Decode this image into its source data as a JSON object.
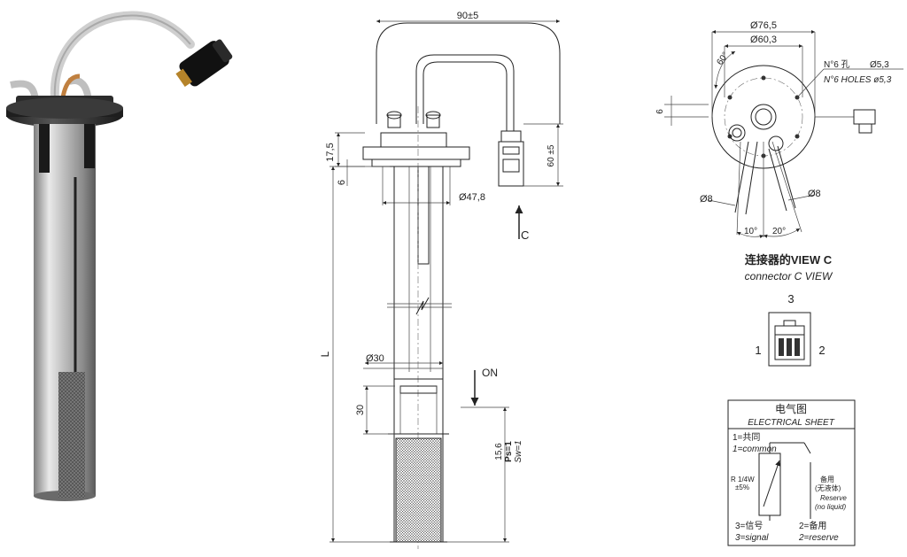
{
  "dims": {
    "top_width": "90±5",
    "flange_height": "17,5",
    "flange_thickness": "6",
    "cable_length": "60 ±5",
    "tube_diameter": "Ø47,8",
    "length": "L",
    "float_diameter": "Ø30",
    "float_height": "30",
    "bottom_offset": "15,6",
    "ps_label": "Ps=1",
    "sw_label": "Sw=1",
    "on_label": "ON",
    "view_arrow": "C"
  },
  "top_view": {
    "outer_diameter": "Ø76,5",
    "hole_circle": "Ø60,3",
    "angle": "60°",
    "holes_cn": "N°6 孔",
    "holes_size": "Ø5,3",
    "holes_en": "N°6 HOLES ø5,3",
    "offset": "6",
    "pipe_left": "Ø8",
    "pipe_right": "Ø8",
    "angle_left": "10°",
    "angle_right": "20°"
  },
  "connector": {
    "title_cn": "连接器的VIEW C",
    "title_en": "connector C VIEW",
    "pin3": "3",
    "pin1": "1",
    "pin2": "2"
  },
  "electrical": {
    "title_cn": "电气图",
    "title_en": "ELECTRICAL SHEET",
    "common_cn": "1=共同",
    "common_en": "1=common",
    "resistor": "R 1/4W",
    "tolerance": "±5%",
    "reserve_cn": "备用",
    "reserve_cn2": "(无液体)",
    "reserve_en": "Reserve",
    "reserve_en2": "(no liquid)",
    "signal_cn": "3=信号",
    "signal_en": "3=signal",
    "spare_cn": "2=备用",
    "spare_en": "2=reserve"
  }
}
